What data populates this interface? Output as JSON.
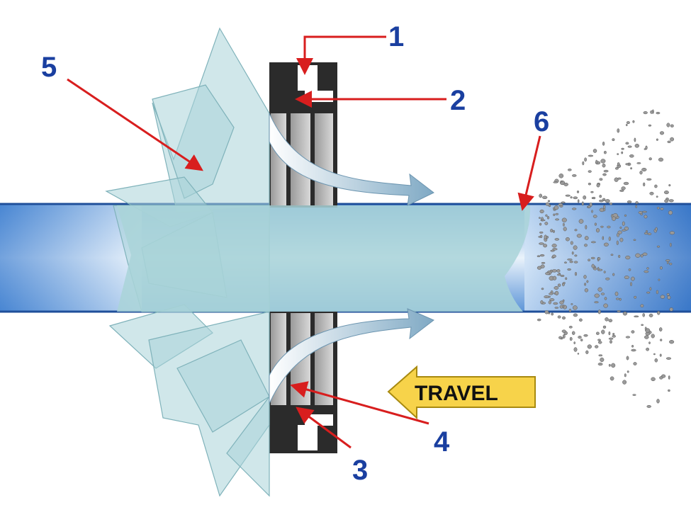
{
  "callouts": [
    {
      "id": "1",
      "label": "1"
    },
    {
      "id": "2",
      "label": "2"
    },
    {
      "id": "3",
      "label": "3"
    },
    {
      "id": "4",
      "label": "4"
    },
    {
      "id": "5",
      "label": "5"
    },
    {
      "id": "6",
      "label": "6"
    }
  ],
  "travel_label": "TRAVEL",
  "colors": {
    "callout_number": "#1a3fa0",
    "callout_arrow": "#d81e1e",
    "seal": "#2b2b2b",
    "rod_edge": "#1f4f9a",
    "ice": "#a9d4d8",
    "travel_arrow": "#f7d34a"
  }
}
